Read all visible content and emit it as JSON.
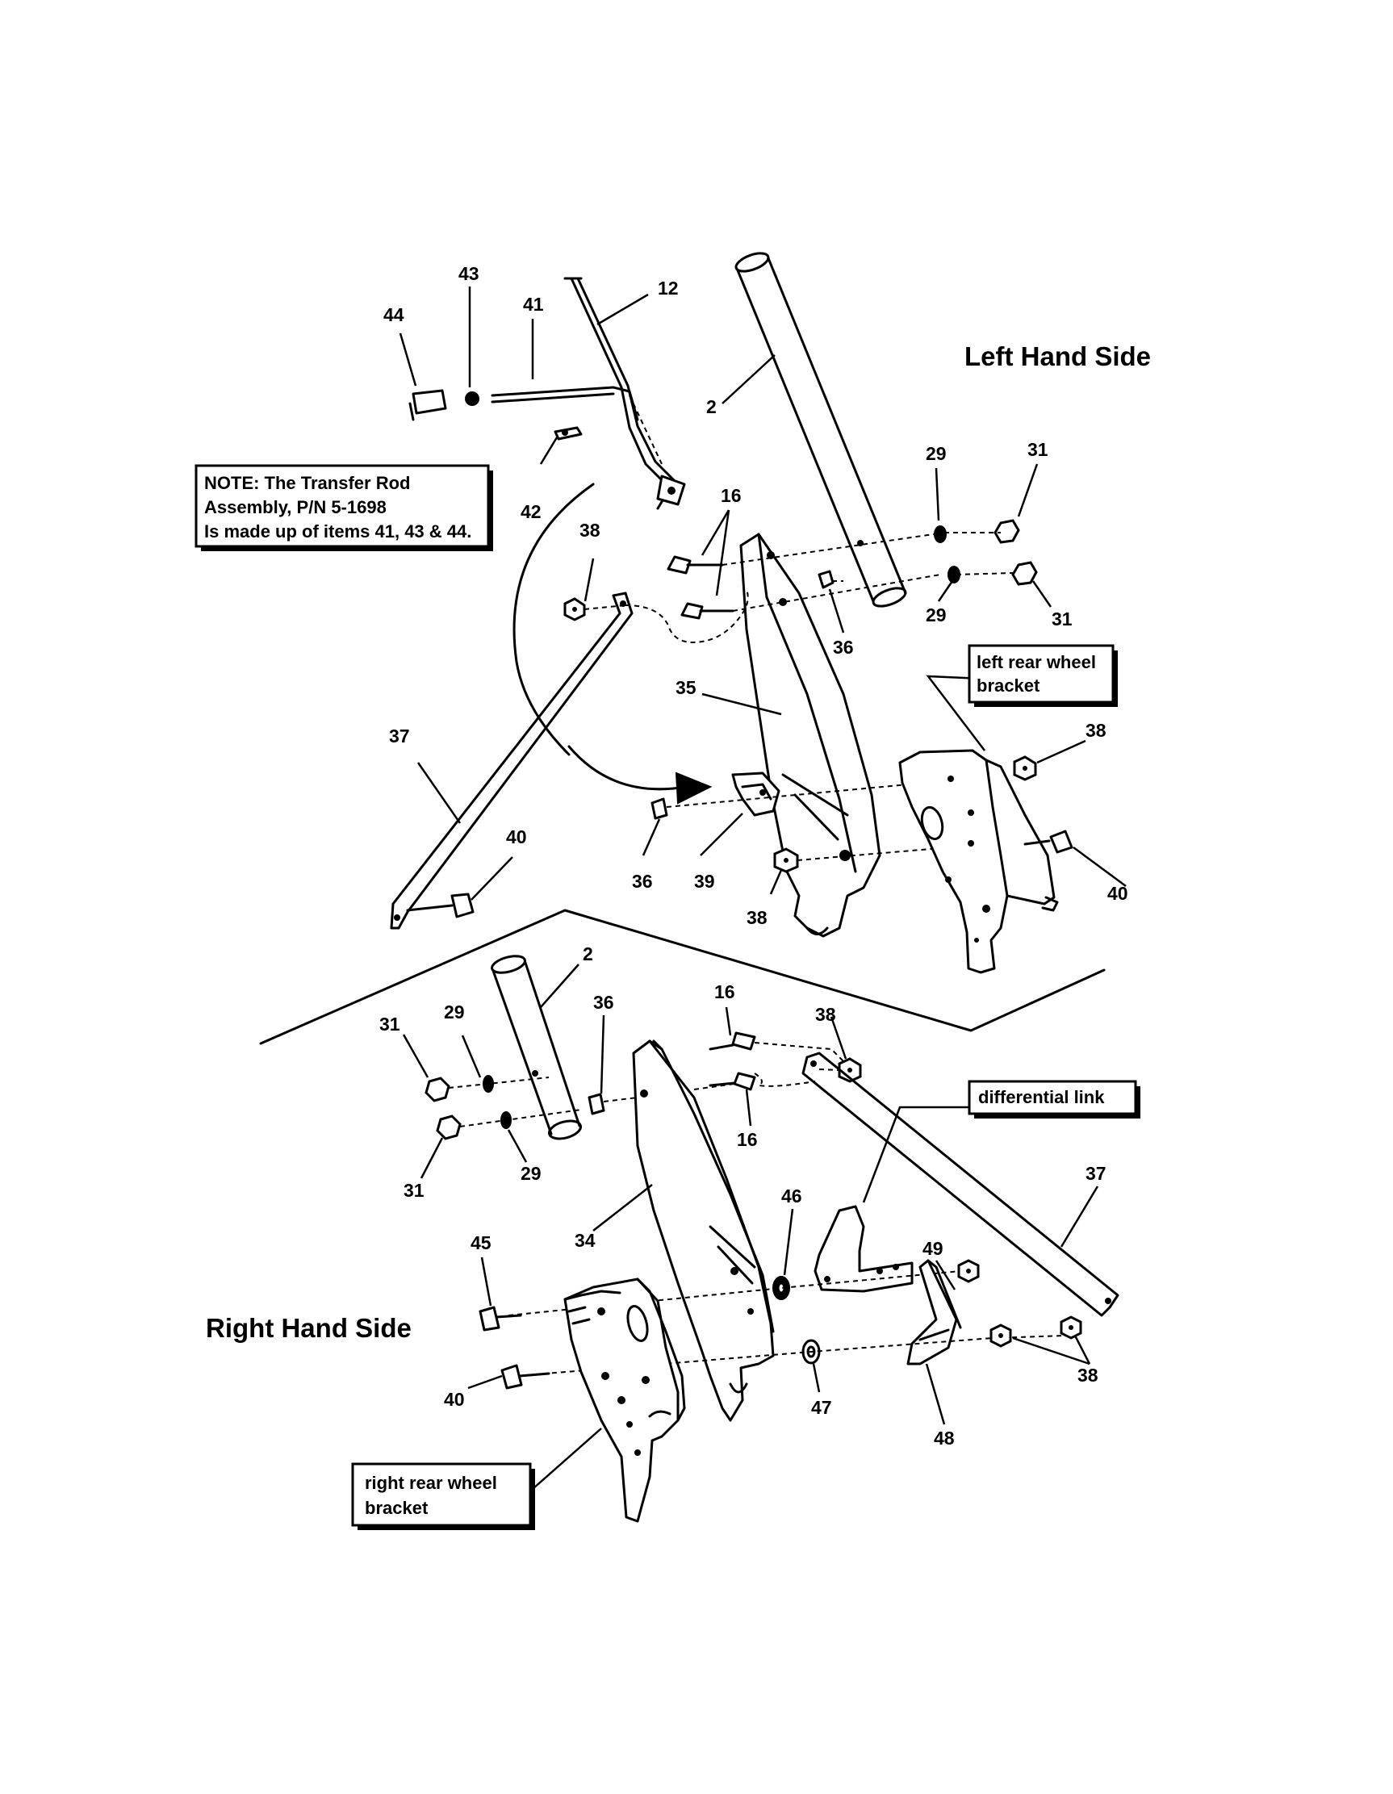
{
  "titles": {
    "left_side": "Left Hand Side",
    "right_side": "Right Hand Side"
  },
  "note": {
    "line1": "NOTE: The Transfer Rod",
    "line2": "Assembly, P/N 5-1698",
    "line3": "Is made up of items 41, 43 & 44."
  },
  "labels": {
    "left_rear_wheel_bracket": {
      "line1": "left rear wheel",
      "line2": "bracket"
    },
    "differential_link": {
      "line1": "differential link"
    },
    "right_rear_wheel_bracket": {
      "line1": "right rear wheel",
      "line2": "bracket"
    }
  },
  "callouts_left": {
    "c43": "43",
    "c41": "41",
    "c12": "12",
    "c44": "44",
    "c2": "2",
    "c42": "42",
    "c29a": "29",
    "c31a": "31",
    "c16": "16",
    "c38a": "38",
    "c29b": "29",
    "c31b": "31",
    "c36a": "36",
    "c35": "35",
    "c38b": "38",
    "c37": "37",
    "c40a": "40",
    "c40b": "40",
    "c36b": "36",
    "c39": "39",
    "c38c": "38"
  },
  "callouts_right": {
    "c2": "2",
    "c36": "36",
    "c16a": "16",
    "c38a": "38",
    "c31a": "31",
    "c29a": "29",
    "c31b": "31",
    "c29b": "29",
    "c16b": "16",
    "c37": "37",
    "c46": "46",
    "c34": "34",
    "c45": "45",
    "c49": "49",
    "c40": "40",
    "c47": "47",
    "c38b": "38",
    "c48": "48"
  }
}
